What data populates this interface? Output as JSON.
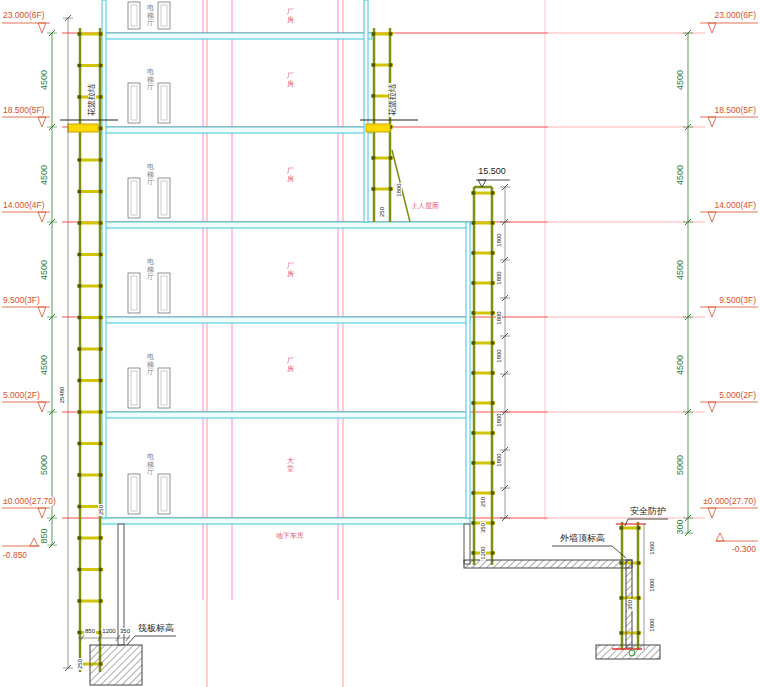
{
  "diagram": {
    "labels": [
      "23.000(6F)",
      "18.500(5F)",
      "14.000(4F)",
      "9.500(3F)",
      "5.000(2F)",
      "±0.000(27.70)",
      "-0.850",
      "4500",
      "4500",
      "4500",
      "4500",
      "5000",
      "850",
      "25480",
      "23.000(6F)",
      "18.500(5F)",
      "14.000(4F)",
      "9.500(3F)",
      "5.000(2F)",
      "±0.000(27.70)",
      "-0.300",
      "4500",
      "4500",
      "4500",
      "4500",
      "5000",
      "300",
      "电梯厅",
      "厂房",
      "花篮拉结",
      "电梯厅",
      "厂房",
      "花篮拉结",
      "15.500",
      "1800",
      "250",
      "上人屋面",
      "电梯厅",
      "厂房",
      "1800",
      "1800",
      "电梯厅",
      "厂房",
      "1800",
      "1800",
      "电梯厅",
      "厂房",
      "1800",
      "1800",
      "电梯厅",
      "大堂",
      "250",
      "250",
      "350",
      "安全防护",
      "地下车库",
      "外墙顶标高",
      "1200",
      "1500",
      "1800",
      "350",
      "1800",
      "筏板标高",
      "850",
      "1200",
      "350",
      "250"
    ]
  }
}
